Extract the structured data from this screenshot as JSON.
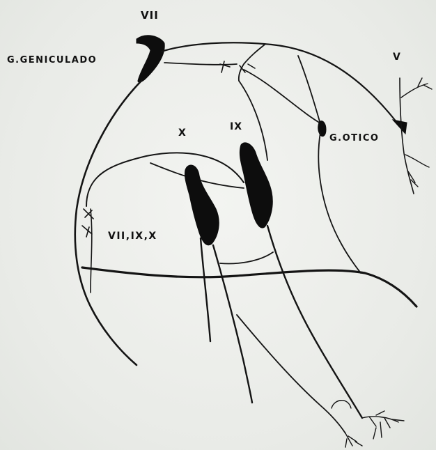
{
  "labels": {
    "nerve_vii": "VII",
    "geniculate_ganglion": "G.GENICULADO",
    "nerve_v": "V",
    "nerve_x": "X",
    "nerve_ix": "IX",
    "otic_ganglion": "G.OTICO",
    "combined_nerves": "VII,IX,X"
  },
  "colors": {
    "ink": "#141414",
    "paper": "#eef0ec"
  }
}
